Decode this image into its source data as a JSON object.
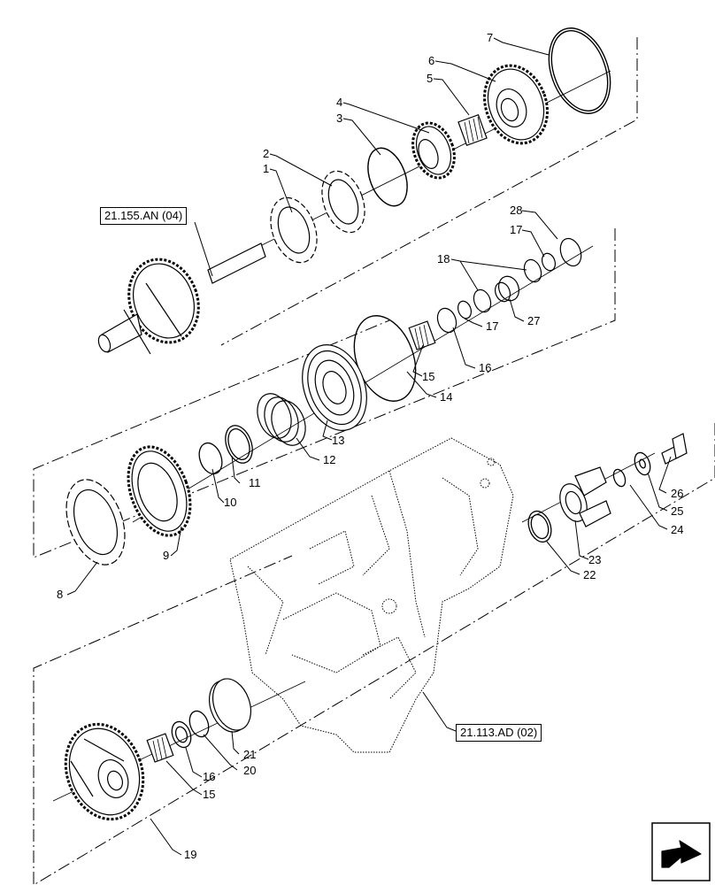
{
  "references": {
    "shaft_ref": "21.155.AN (04)",
    "housing_ref": "21.113.AD (02)"
  },
  "callouts": {
    "c1": "1",
    "c2": "2",
    "c3": "3",
    "c4": "4",
    "c5": "5",
    "c6": "6",
    "c7": "7",
    "c8": "8",
    "c9": "9",
    "c10": "10",
    "c11": "11",
    "c12": "12",
    "c13": "13",
    "c14": "14",
    "c15a": "15",
    "c15b": "15",
    "c16a": "16",
    "c16b": "16",
    "c17a": "17",
    "c17b": "17",
    "c18": "18",
    "c19": "19",
    "c20": "20",
    "c21": "21",
    "c22": "22",
    "c23": "23",
    "c24": "24",
    "c25": "25",
    "c26": "26",
    "c27": "27",
    "c28": "28"
  },
  "nav_icon": "next-page-arrow-icon"
}
